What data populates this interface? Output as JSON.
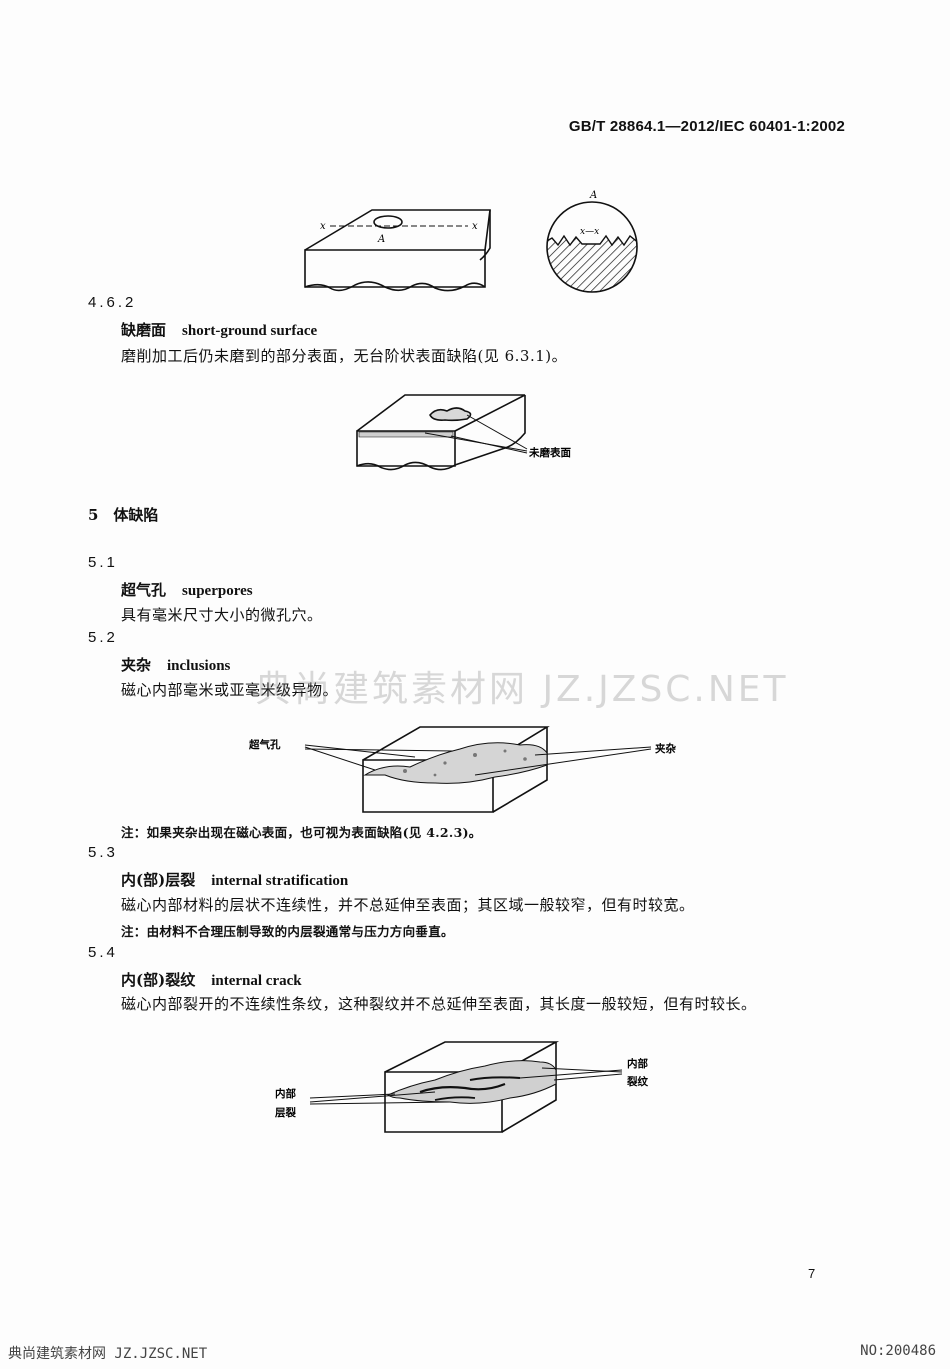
{
  "header": {
    "standard": "GB/T 28864.1—2012/IEC 60401-1:2002"
  },
  "fig1": {
    "axis_label": "x",
    "point_label": "A",
    "inset_label": "A",
    "inset_axis": "x—x"
  },
  "s462": {
    "number": "4.6.2",
    "term_cn": "缺磨面",
    "term_en": "short-ground surface",
    "definition": "磨削加工后仍未磨到的部分表面，无台阶状表面缺陷(见 6.3.1)。",
    "fig_label": "未磨表面"
  },
  "s5": {
    "title": "5　体缺陷"
  },
  "s51": {
    "number": "5.1",
    "term_cn": "超气孔",
    "term_en": "superpores",
    "definition": "具有毫米尺寸大小的微孔穴。"
  },
  "s52": {
    "number": "5.2",
    "term_cn": "夹杂",
    "term_en": "inclusions",
    "definition": "磁心内部毫米或亚毫米级异物。",
    "fig_label_left": "超气孔",
    "fig_label_right": "夹杂",
    "note": "注：如果夹杂出现在磁心表面，也可视为表面缺陷(见 4.2.3)。"
  },
  "s53": {
    "number": "5.3",
    "term_cn": "内(部)层裂",
    "term_en": "internal stratification",
    "definition": "磁心内部材料的层状不连续性，并不总延伸至表面；其区域一般较窄，但有时较宽。",
    "note": "注：由材料不合理压制导致的内层裂通常与压力方向垂直。"
  },
  "s54": {
    "number": "5.4",
    "term_cn": "内(部)裂纹",
    "term_en": "internal crack",
    "definition": "磁心内部裂开的不连续性条纹，这种裂纹并不总延伸至表面，其长度一般较短，但有时较长。",
    "fig_label_left_1": "内部",
    "fig_label_left_2": "层裂",
    "fig_label_right_1": "内部",
    "fig_label_right_2": "裂纹"
  },
  "page": {
    "number": "7"
  },
  "watermark": {
    "text": "典尚建筑素材网 JZ.JZSC.NET"
  },
  "footer": {
    "left": "典尚建筑素材网 JZ.JZSC.NET",
    "right": "NO:200486"
  }
}
